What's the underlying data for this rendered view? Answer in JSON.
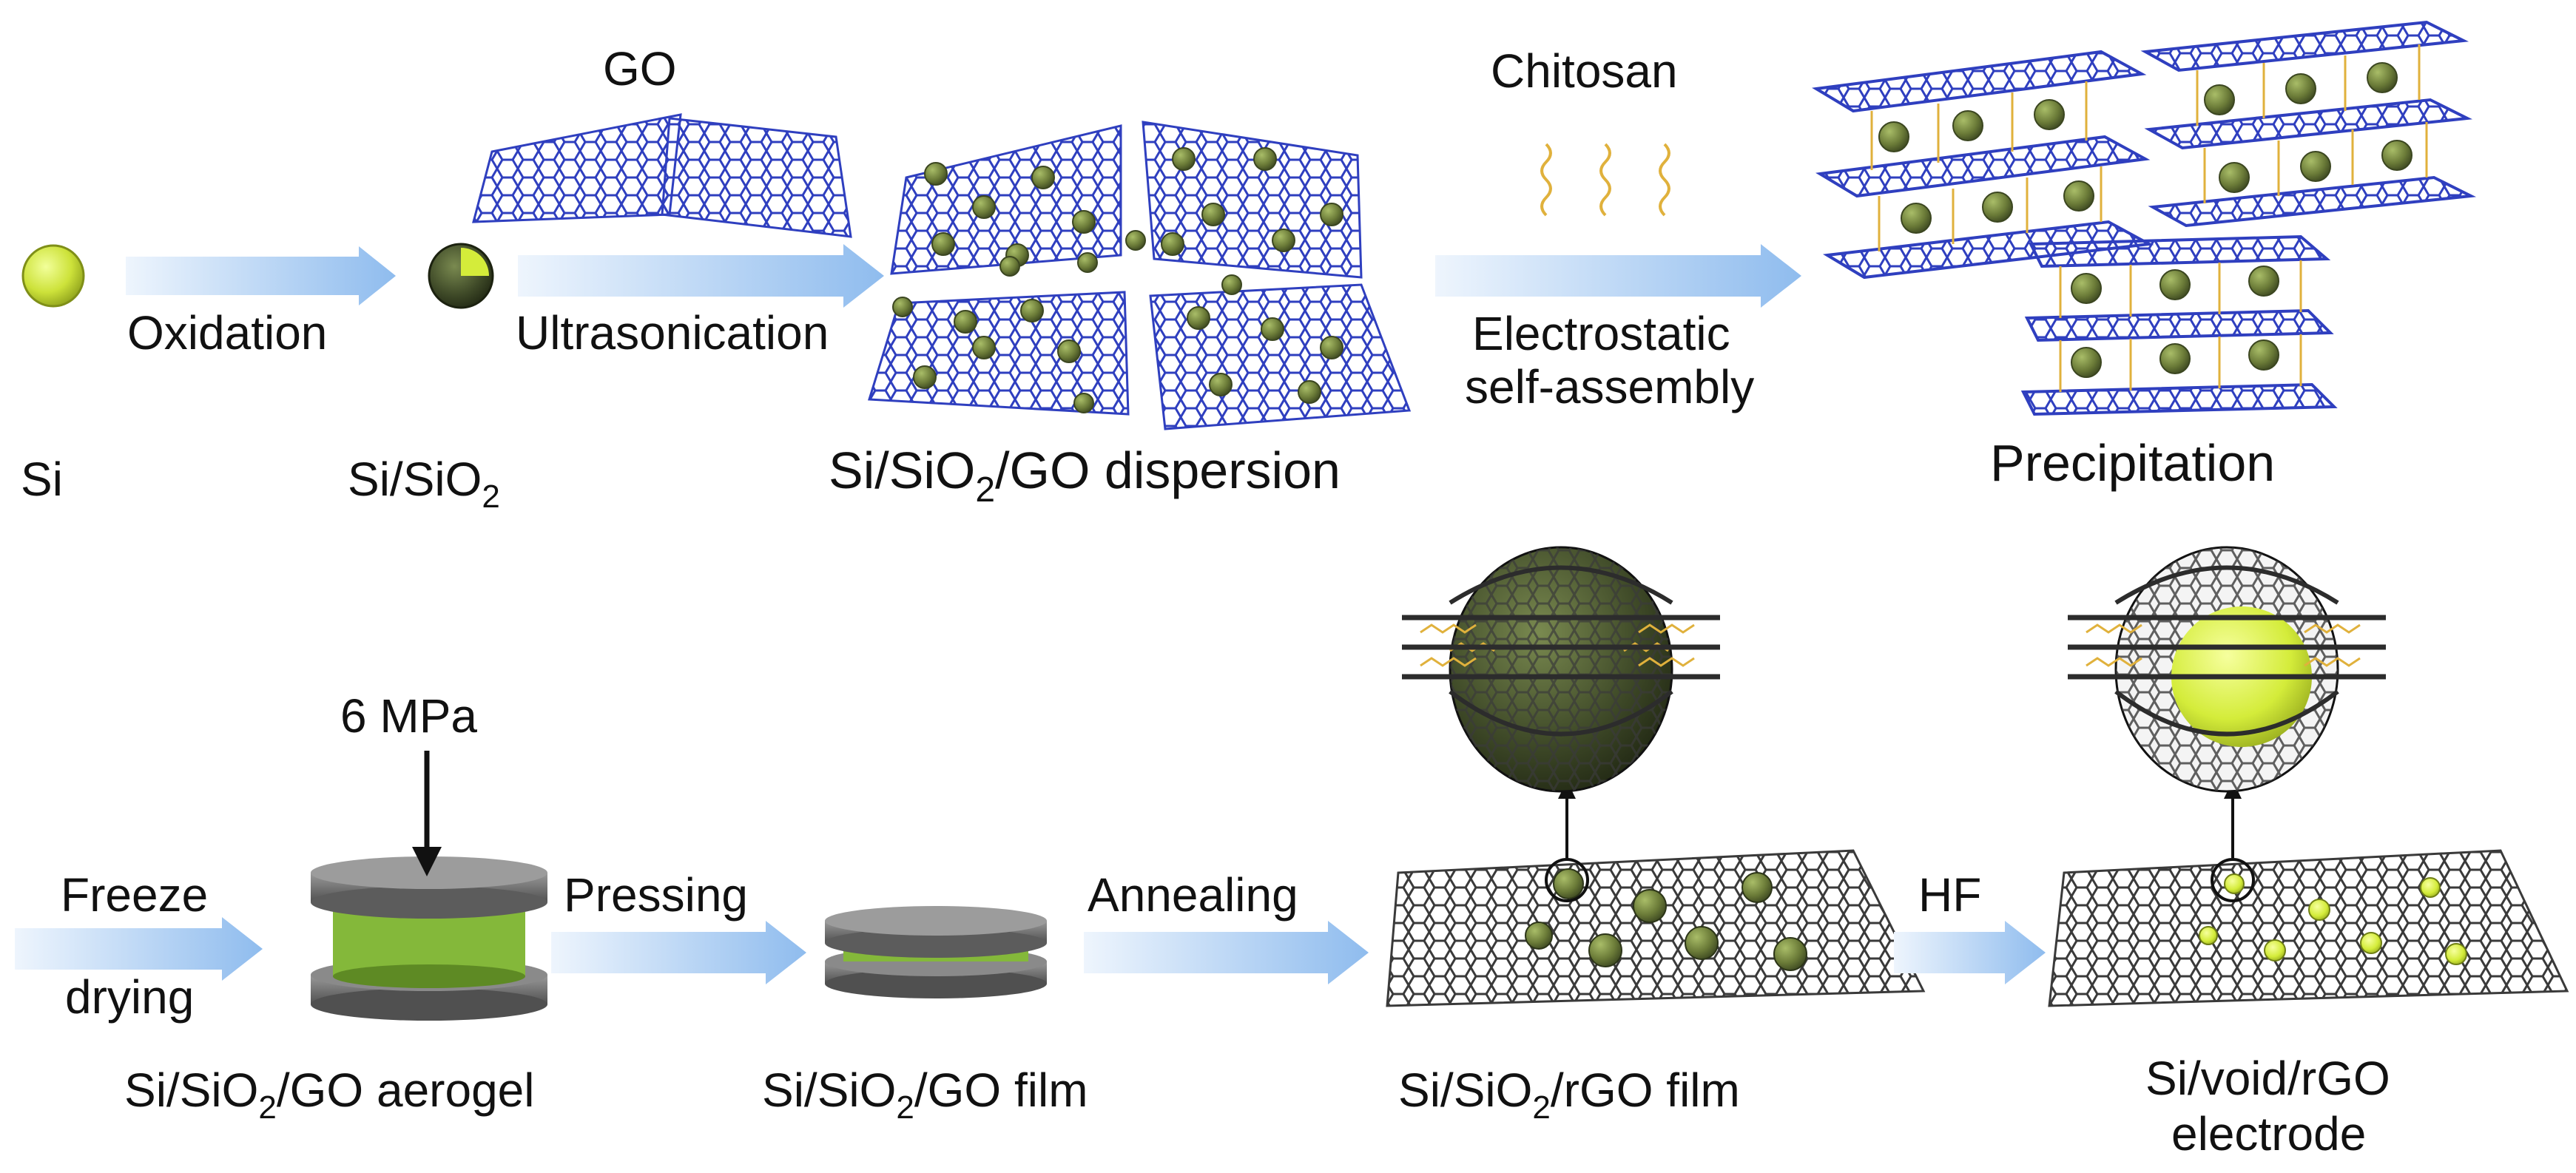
{
  "top_row": {
    "si": "Si",
    "si_sio2": "Si/SiO",
    "si_sio2_sub": "2",
    "go": "GO",
    "oxidation": "Oxidation",
    "ultrasonication": "Ultrasonication",
    "dispersion_a": "Si/SiO",
    "dispersion_sub": "2",
    "dispersion_b": "/GO dispersion",
    "chitosan": "Chitosan",
    "electrostatic": "Electrostatic",
    "self_assembly": "self-assembly",
    "precipitation": "Precipitation"
  },
  "bottom_row": {
    "pressure": "6 MPa",
    "freeze": "Freeze",
    "drying": "drying",
    "pressing": "Pressing",
    "annealing": "Annealing",
    "hf": "HF",
    "aerogel_a": "Si/SiO",
    "aerogel_sub": "2",
    "aerogel_b": "/GO aerogel",
    "film_a": "Si/SiO",
    "film_sub": "2",
    "film_b": "/GO film",
    "rgo_film_a": "Si/SiO",
    "rgo_film_sub": "2",
    "rgo_film_b": "/rGO film",
    "electrode_1": "Si/void/rGO",
    "electrode_2": "electrode"
  },
  "colors": {
    "si": "#d4ec3a",
    "sio2_shell": "#6b7b38",
    "go_sheet": "#2f3fbf",
    "rgo_sheet": "#3a3a3a",
    "chitosan": "#e0b13c",
    "arrow": "#9cc3f0",
    "press_plate": "#6e6e6e",
    "press_core": "#84b83a"
  }
}
